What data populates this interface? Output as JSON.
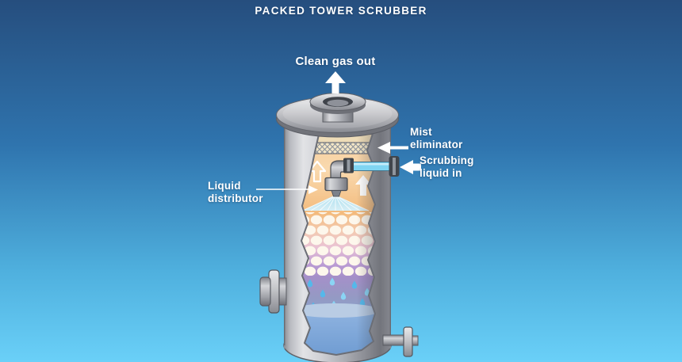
{
  "title": "PACKED TOWER SCRUBBER",
  "diagram": {
    "type": "packed-tower-scrubber-cutaway",
    "labels": {
      "clean_gas_out": "Clean gas out",
      "mist_eliminator": "Mist\neliminator",
      "scrubbing_liquid_in": "Scrubbing\nliquid in",
      "liquid_distributor": "Liquid\ndistributor"
    },
    "parts_shown": [
      "gas outlet nozzle",
      "mist eliminator mesh",
      "scrubbing liquid inlet pipe",
      "liquid distributor spray nozzle",
      "gas flow up-arrows",
      "packing bed",
      "falling liquid droplets",
      "liquid sump pool",
      "side gas inlet nozzle",
      "bottom drain nozzle"
    ]
  },
  "colors": {
    "background_top": "#264e7e",
    "background_bottom": "#6ad0f8",
    "label_text": "#ffffff",
    "metal_light": "#dfe0e3",
    "metal_dark": "#75777e",
    "chamber_orange": "#f6cb94",
    "mesh_cream": "#f4e7c7",
    "packing_purple": "#a68fc9",
    "spray_blue": "#c5eaf7",
    "pipe_blue": "#7fd5f2",
    "droplet_blue": "#55b8ea",
    "pool_blue": "#779fd2"
  }
}
